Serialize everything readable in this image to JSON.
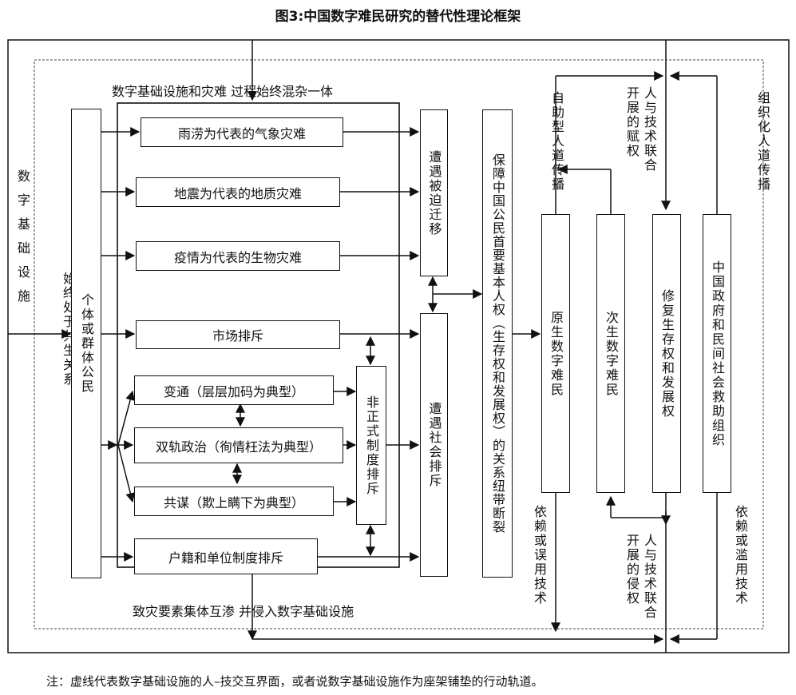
{
  "title": "图3:中国数字难民研究的替代性理论框架",
  "note": "注：虚线代表数字基础设施的人–技交互界面，或者说数字基础设施作为座架铺垫的行动轨道。",
  "left_label": "数字基础设施",
  "coexist_label": "始终处于共生关系",
  "subject_label": "个体或群体公民",
  "top_caption": "数字基础设施和灾难 过程始终混杂一体",
  "bottom_caption": "致灾要素集体互渗 并侵入数字基础设施",
  "disasters": [
    "雨涝为代表的气象灾难",
    "地震为代表的地质灾难",
    "疫情为代表的生物灾难"
  ],
  "market_exclusion": "市场排斥",
  "informal_items": [
    "变通（层层加码为典型）",
    "双轨政治（徇情枉法为典型）",
    "共谋（欺上瞒下为典型）"
  ],
  "household_exclusion": "户籍和单位制度排斥",
  "informal_institution": "非正式制度排斥",
  "forced_migration": "遭遇被迫迁移",
  "social_exclusion": "遭遇社会排斥",
  "rights_rupture": "保障中国公民首要基本人权（生存权和发展权）的关系纽带断裂",
  "native_refugee": "原生数字难民",
  "secondary_refugee": "次生数字难民",
  "repair_rights": "修复生存权和发展权",
  "gov_ngo": "中国政府和民间社会救助组织",
  "self_help": "自助型人道传播",
  "empower": "人与技术联合开展的赋权",
  "organized": "组织化人道传播",
  "rely_misuse": "依赖或误用技术",
  "infringe": "人与技术联合开展的侵权",
  "rely_abuse": "依赖或滥用技术"
}
